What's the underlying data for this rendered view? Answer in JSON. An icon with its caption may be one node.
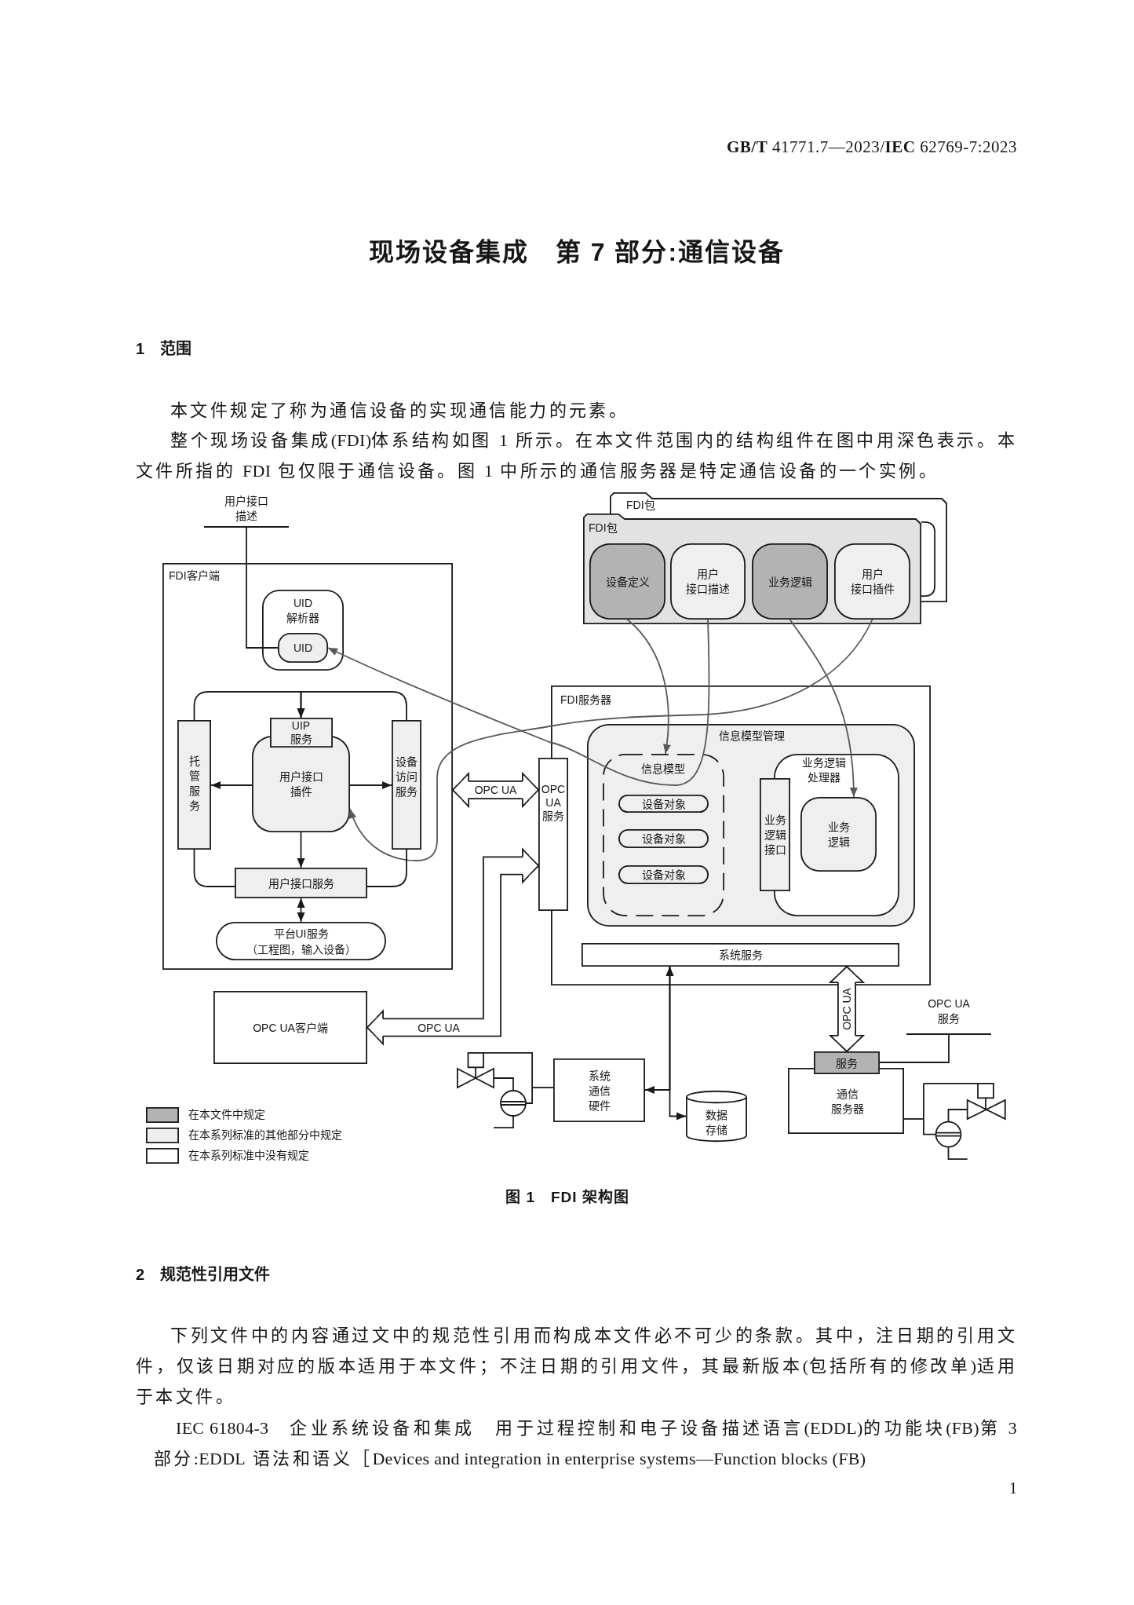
{
  "diagram": {
    "title": "现场设备集成　第 7 部分:通信设备",
    "caption": "图 1　FDI 架构图",
    "nodes": [
      {
        "text": [
          "用户接口描述"
        ]
      },
      {
        "text": [
          "FDI包"
        ]
      },
      {
        "text": [],
        "shape": "box",
        "in": 1
      },
      {
        "text": [
          "FDI包"
        ]
      },
      {
        "text": [
          "设备定义"
        ],
        "in": 3
      },
      {
        "text": [
          "用户接口描述"
        ],
        "in": 3
      },
      {
        "text": [
          "业务逻辑"
        ],
        "in": 3
      },
      {
        "text": [
          "用户接口插件"
        ],
        "in": 3
      },
      {
        "text": [
          "FDI客户端"
        ]
      },
      {
        "text": [
          "UID 解析器"
        ],
        "in": 8
      },
      {
        "text": [
          "UID"
        ],
        "in": 9
      },
      {
        "text": [
          "托管服务"
        ],
        "in": 8
      },
      {
        "text": [
          "UIP 服务"
        ],
        "in": 8
      },
      {
        "text": [
          "用户接口插件"
        ],
        "in": 8
      },
      {
        "text": [
          "设备访问服务"
        ],
        "in": 8
      },
      {
        "text": [
          "用户接口服务"
        ],
        "in": 8
      },
      {
        "text": [
          "平台UI服务",
          "（工程图，输入设备）"
        ],
        "in": 8
      },
      {
        "text": [
          "FDI服务器"
        ]
      },
      {
        "text": [
          "OPC UA 服务"
        ]
      },
      {
        "text": [
          "信息模型管理"
        ],
        "in": 17
      },
      {
        "text": [
          "信息模型"
        ],
        "in": 19
      },
      {
        "text": [
          "设备对象"
        ],
        "in": 20
      },
      {
        "text": [
          "设备对象"
        ],
        "in": 20
      },
      {
        "text": [
          "设备对象"
        ],
        "in": 20
      },
      {
        "text": [
          "业务逻辑接口"
        ],
        "in": 19
      },
      {
        "text": [
          "业务逻辑处理器"
        ],
        "in": 19
      },
      {
        "text": [
          "业务逻辑"
        ],
        "in": 25
      },
      {
        "text": [
          "系统服务"
        ],
        "in": 17
      },
      {
        "text": [
          "OPC UA客户端"
        ]
      },
      {
        "text": [],
        "shape": "picture"
      },
      {
        "text": [
          "系统通信硬件"
        ]
      },
      {
        "text": [
          "数据存储"
        ]
      },
      {
        "text": [
          "OPC UA 服务"
        ]
      },
      {
        "text": [
          "服务"
        ]
      },
      {
        "text": [
          "通信服务器"
        ]
      },
      {
        "text": [],
        "shape": "picture"
      }
    ],
    "edges": [
      {
        "from": 0,
        "to": 10,
        "arrow": "none"
      },
      {
        "from": 4,
        "to": 20,
        "arrow": "to",
        "color": "#595959"
      },
      {
        "from": 5,
        "to": 10,
        "arrow": "to",
        "color": "#595959"
      },
      {
        "from": 6,
        "to": 26,
        "arrow": "to",
        "color": "#595959"
      },
      {
        "from": 7,
        "to": 13,
        "arrow": "to",
        "color": "#595959"
      },
      {
        "from": 11,
        "to": 12,
        "arrow": "to"
      },
      {
        "from": 14,
        "to": 12,
        "arrow": "to"
      },
      {
        "from": 13,
        "to": 11,
        "arrow": "to"
      },
      {
        "from": 13,
        "to": 14,
        "arrow": "to"
      },
      {
        "from": 13,
        "to": 15,
        "arrow": "to"
      },
      {
        "from": 11,
        "to": 15,
        "arrow": "none"
      },
      {
        "from": 14,
        "to": 15,
        "arrow": "none"
      },
      {
        "from": 15,
        "to": 16,
        "arrow": "both"
      },
      {
        "from": 8,
        "to": 18,
        "arrow": "both",
        "label": "OPC UA",
        "style": "thick"
      },
      {
        "from": 18,
        "to": 28,
        "arrow": "both",
        "label": "OPC UA",
        "style": "thick"
      },
      {
        "from": 27,
        "to": 30,
        "arrow": "both"
      },
      {
        "from": 27,
        "to": 31,
        "arrow": "both"
      },
      {
        "from": 27,
        "to": 33,
        "arrow": "both",
        "label": "OPC UA",
        "style": "thick"
      },
      {
        "from": 29,
        "to": 30,
        "arrow": "none"
      },
      {
        "from": 32,
        "to": 33,
        "arrow": "none"
      },
      {
        "from": 34,
        "to": 35,
        "arrow": "none"
      }
    ],
    "labels": [
      "**GB/T** 41771.7—2023/**IEC** 62769-7:2023",
      "1　范围",
      "本文件规定了称为通信设备的实现通信能力的元素。",
      "整个现场设备集成(FDI)体系结构如图 1 所示。在本文件范围内的结构组件在图中用深色表示。本文件所指的 FDI 包仅限于通信设备。图 1 中所示的通信服务器是特定通信设备的一个实例。",
      "2　规范性引用文件",
      "下列文件中的内容通过文中的规范性引用而构成本文件必不可少的条款。其中，注日期的引用文件，仅该日期对应的版本适用于本文件；不注日期的引用文件，其最新版本(包括所有的修改单)适用于本文件。",
      "IEC 61804-3　企业系统设备和集成　用于过程控制和电子设备描述语言(EDDL)的功能块(FB)第 3 部分:EDDL 语法和语义［Devices and integration in enterprise systems—Function blocks (FB)",
      "1"
    ],
    "legend": [
      {
        "text": "在本文件中规定",
        "color": "#b3b3b3"
      },
      {
        "text": "在本系列标准的其他部分中规定",
        "color": "#efefef"
      },
      {
        "text": "在本系列标准中没有规定",
        "color": "#ffffff"
      }
    ]
  }
}
